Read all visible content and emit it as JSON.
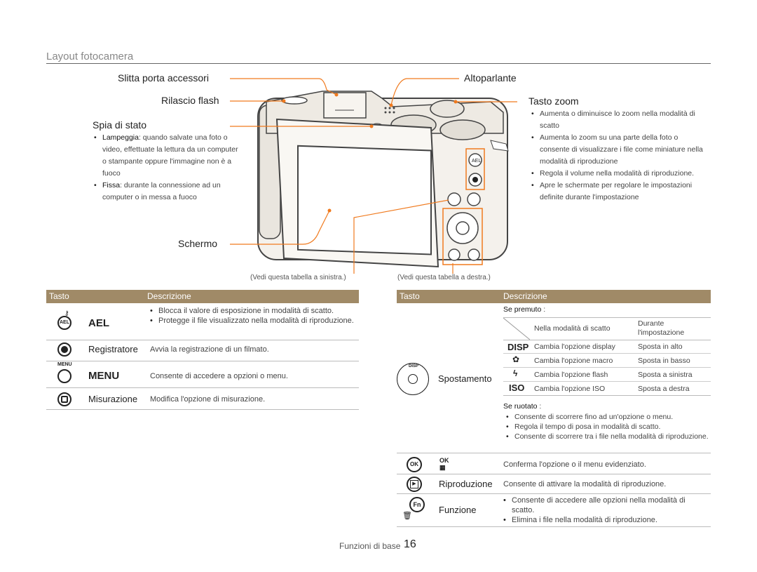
{
  "page": {
    "title": "Layout fotocamera",
    "footer_label": "Funzioni di base",
    "page_number": "16"
  },
  "callouts": {
    "slitta": "Slitta porta accessori",
    "rilascio": "Rilascio flash",
    "spia": "Spia di stato",
    "spia_bullets": [
      {
        "bold": "Lampeggia",
        "text": ": quando salvate una foto o video, effettuate la lettura da un computer o stampante oppure l'immagine non è a fuoco"
      },
      {
        "bold": "Fissa",
        "text": ": durante la connessione ad un computer o in messa a fuoco"
      }
    ],
    "schermo": "Schermo",
    "altoparlante": "Altoparlante",
    "tasto_zoom": "Tasto zoom",
    "zoom_bullets": [
      "Aumenta o diminuisce lo zoom nella modalità di scatto",
      "Aumenta lo zoom su una parte della foto o consente di visualizzare i file come miniature nella modalità di riproduzione",
      "Regola il volume nella modalità di riproduzione.",
      "Apre le schermate per regolare le impostazioni definite durante l'impostazione"
    ],
    "see_left": "(Vedi questa tabella a sinistra.)",
    "see_right": "(Vedi questa tabella a destra.)"
  },
  "left_table": {
    "headers": [
      "Tasto",
      "Descrizione"
    ],
    "rows": [
      {
        "key": "AEL",
        "desc": [
          "Blocca il valore di esposizione in modalità di scatto.",
          "Protegge il file visualizzato nella modalità di riproduzione."
        ]
      },
      {
        "key": "Registratore",
        "desc": [
          "Avvia la registrazione di un filmato."
        ]
      },
      {
        "key": "MENU",
        "desc": [
          "Consente di accedere a opzioni o menu."
        ]
      },
      {
        "key": "Misurazione",
        "desc": [
          "Modifica l'opzione di misurazione."
        ]
      }
    ]
  },
  "right_table": {
    "headers": [
      "Tasto",
      "Descrizione"
    ],
    "spostamento": {
      "key": "Spostamento",
      "se_premuto": "Se premuto",
      "inner_header": [
        "Nella modalità di scatto",
        "Durante l'impostazione"
      ],
      "inner_rows": [
        {
          "icon": "DISP",
          "scatto": "Cambia l'opzione display",
          "imp": "Sposta in alto"
        },
        {
          "icon": "macro",
          "scatto": "Cambia l'opzione macro",
          "imp": "Sposta in basso"
        },
        {
          "icon": "flash",
          "scatto": "Cambia l'opzione flash",
          "imp": "Sposta a sinistra"
        },
        {
          "icon": "ISO",
          "scatto": "Cambia l'opzione ISO",
          "imp": "Sposta a destra"
        }
      ],
      "se_ruotato": "Se ruotato",
      "ruotato_bullets": [
        "Consente di scorrere fino ad un'opzione o menu.",
        "Regola il tempo di posa in modalità di scatto.",
        "Consente di scorrere tra i file nella modalità di riproduzione."
      ]
    },
    "ok": {
      "desc": "Conferma l'opzione o il menu evidenziato."
    },
    "riproduzione": {
      "key": "Riproduzione",
      "desc": "Consente di attivare la modalità di riproduzione."
    },
    "funzione": {
      "key": "Funzione",
      "desc": [
        "Consente di accedere alle opzioni nella modalità di scatto.",
        "Elimina i file nella modalità di riproduzione."
      ]
    }
  },
  "colors": {
    "accent": "#f07a1e",
    "table_header": "#a08a67"
  }
}
